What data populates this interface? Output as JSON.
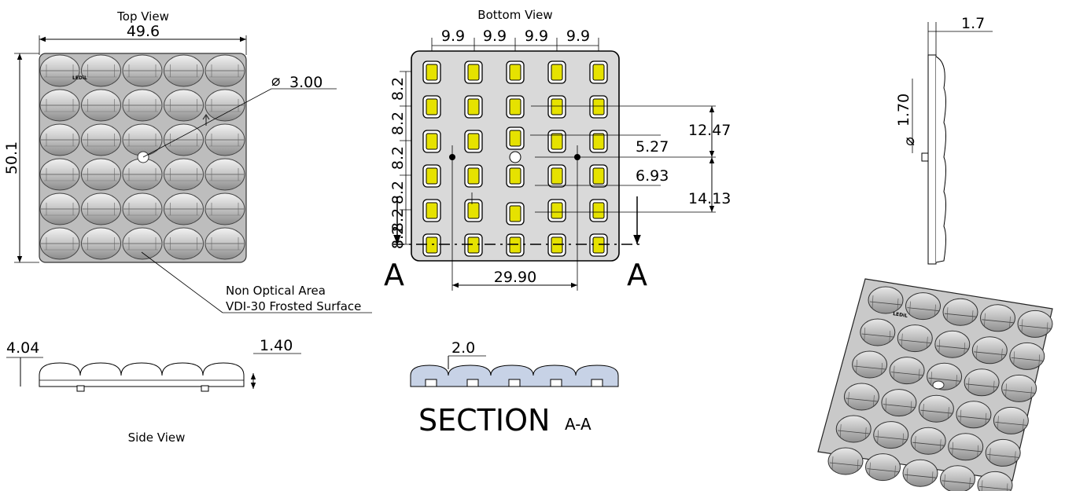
{
  "top_view": {
    "title": "Top View",
    "width_dim": "49.6",
    "height_dim": "50.1",
    "hole_dim": "3.00",
    "brand": "LEDiL",
    "note_line1": "Non Optical Area",
    "note_line2": "VDI-30 Frosted Surface"
  },
  "bottom_view": {
    "title": "Bottom View",
    "pitch_x": [
      "9.9",
      "9.9",
      "9.9",
      "9.9"
    ],
    "pitch_y": [
      "8.2",
      "8.2",
      "8.2",
      "8.2",
      "8.2",
      "8.2"
    ],
    "dim_12_47": "12.47",
    "dim_5_27": "5.27",
    "dim_6_93": "6.93",
    "dim_14_13": "14.13",
    "dim_29_90": "29.90",
    "section_letter": "A"
  },
  "side_view": {
    "title": "Side View",
    "height_dim": "4.04",
    "base_dim": "1.40"
  },
  "section": {
    "title": "SECTION",
    "suffix": "A-A",
    "thickness_dim": "2.0"
  },
  "right_view": {
    "thickness_dim": "1.7",
    "pin_dim": "1.70"
  },
  "iso_view": {
    "brand": "LEDiL"
  }
}
